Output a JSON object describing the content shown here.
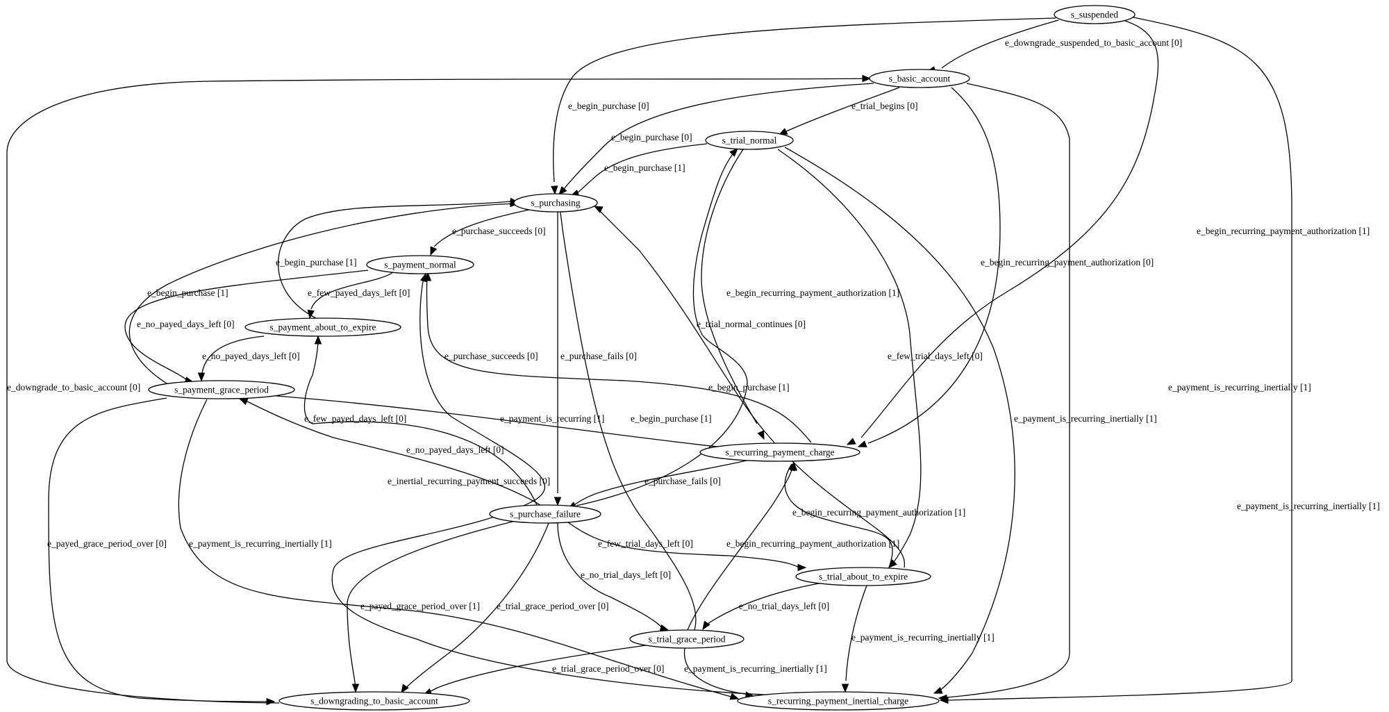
{
  "nodes": [
    {
      "id": "s_suspended",
      "label": "s_suspended"
    },
    {
      "id": "s_basic_account",
      "label": "s_basic_account"
    },
    {
      "id": "s_trial_normal",
      "label": "s_trial_normal"
    },
    {
      "id": "s_purchasing",
      "label": "s_purchasing"
    },
    {
      "id": "s_payment_normal",
      "label": "s_payment_normal"
    },
    {
      "id": "s_payment_about_to_expire",
      "label": "s_payment_about_to_expire"
    },
    {
      "id": "s_payment_grace_period",
      "label": "s_payment_grace_period"
    },
    {
      "id": "s_recurring_payment_charge",
      "label": "s_recurring_payment_charge"
    },
    {
      "id": "s_purchase_failure",
      "label": "s_purchase_failure"
    },
    {
      "id": "s_trial_about_to_expire",
      "label": "s_trial_about_to_expire"
    },
    {
      "id": "s_trial_grace_period",
      "label": "s_trial_grace_period"
    },
    {
      "id": "s_downgrading_to_basic_account",
      "label": "s_downgrading_to_basic_account"
    },
    {
      "id": "s_recurring_payment_inertial_charge",
      "label": "s_recurring_payment_inertial_charge"
    }
  ],
  "edges": [
    {
      "from": "s_suspended",
      "to": "s_basic_account",
      "label": "e_downgrade_suspended_to_basic_account [0]"
    },
    {
      "from": "s_suspended",
      "to": "s_purchasing",
      "label": "e_begin_purchase [0]"
    },
    {
      "from": "s_suspended",
      "to": "s_recurring_payment_charge",
      "label": "e_begin_recurring_payment_authorization [1]"
    },
    {
      "from": "s_suspended",
      "to": "s_recurring_payment_inertial_charge",
      "label": "e_payment_is_recurring_inertially [1]"
    },
    {
      "from": "s_basic_account",
      "to": "s_purchasing",
      "label": "e_begin_purchase [0]"
    },
    {
      "from": "s_basic_account",
      "to": "s_trial_normal",
      "label": "e_trial_begins [0]"
    },
    {
      "from": "s_basic_account",
      "to": "s_recurring_payment_charge",
      "label": "e_begin_recurring_payment_authorization [0]"
    },
    {
      "from": "s_basic_account",
      "to": "s_recurring_payment_inertial_charge",
      "label": "e_payment_is_recurring_inertially [1]"
    },
    {
      "from": "s_trial_normal",
      "to": "s_purchasing",
      "label": "e_begin_purchase [1]"
    },
    {
      "from": "s_trial_normal",
      "to": "s_recurring_payment_charge",
      "label": "e_begin_recurring_payment_authorization [1]"
    },
    {
      "from": "s_trial_normal",
      "to": "s_trial_about_to_expire",
      "label": "e_few_trial_days_left [0]"
    },
    {
      "from": "s_trial_normal",
      "to": "s_recurring_payment_inertial_charge",
      "label": "e_payment_is_recurring_inertially [1]"
    },
    {
      "from": "s_purchasing",
      "to": "s_payment_normal",
      "label": "e_purchase_succeeds [0]"
    },
    {
      "from": "s_purchasing",
      "to": "s_purchase_failure",
      "label": "e_purchase_fails [0]"
    },
    {
      "from": "s_payment_normal",
      "to": "s_payment_about_to_expire",
      "label": "e_few_payed_days_left [0]"
    },
    {
      "from": "s_payment_normal",
      "to": "s_payment_grace_period",
      "label": "e_no_payed_days_left [0]"
    },
    {
      "from": "s_payment_about_to_expire",
      "to": "s_purchasing",
      "label": "e_begin_purchase [1]"
    },
    {
      "from": "s_payment_about_to_expire",
      "to": "s_payment_grace_period",
      "label": "e_no_payed_days_left [0]"
    },
    {
      "from": "s_payment_grace_period",
      "to": "s_purchasing",
      "label": "e_begin_purchase [1]"
    },
    {
      "from": "s_payment_grace_period",
      "to": "s_recurring_payment_charge",
      "label": "e_payment_is_recurring [1]"
    },
    {
      "from": "s_payment_grace_period",
      "to": "s_downgrading_to_basic_account",
      "label": "e_payed_grace_period_over [0]"
    },
    {
      "from": "s_payment_grace_period",
      "to": "s_recurring_payment_inertial_charge",
      "label": "e_payment_is_recurring_inertially [1]"
    },
    {
      "from": "s_downgrading_to_basic_account",
      "to": "s_basic_account",
      "label": "e_downgrade_to_basic_account [0]"
    },
    {
      "from": "s_recurring_payment_charge",
      "to": "s_payment_normal",
      "label": "e_purchase_succeeds [0]"
    },
    {
      "from": "s_recurring_payment_charge",
      "to": "s_purchase_failure",
      "label": "e_purchase_fails [0]"
    },
    {
      "from": "s_purchase_failure",
      "to": "s_trial_normal",
      "label": "e_trial_normal_continues [0]"
    },
    {
      "from": "s_purchase_failure",
      "to": "s_payment_about_to_expire",
      "label": "e_few_payed_days_left [0]"
    },
    {
      "from": "s_purchase_failure",
      "to": "s_payment_grace_period",
      "label": "e_no_payed_days_left [0]"
    },
    {
      "from": "s_purchase_failure",
      "to": "s_trial_about_to_expire",
      "label": "e_few_trial_days_left [0]"
    },
    {
      "from": "s_purchase_failure",
      "to": "s_trial_grace_period",
      "label": "e_no_trial_days_left [0]"
    },
    {
      "from": "s_purchase_failure",
      "to": "s_downgrading_to_basic_account",
      "label": "e_payed_grace_period_over [1]"
    },
    {
      "from": "s_purchase_failure",
      "to": "s_downgrading_to_basic_account",
      "label": "e_trial_grace_period_over [0]"
    },
    {
      "from": "s_recurring_payment_inertial_charge",
      "to": "s_payment_normal",
      "label": "e_inertial_recurring_payment_succeeds [0]"
    },
    {
      "from": "s_trial_about_to_expire",
      "to": "s_purchasing",
      "label": "e_begin_purchase [1]"
    },
    {
      "from": "s_trial_about_to_expire",
      "to": "s_recurring_payment_charge",
      "label": "e_begin_recurring_payment_authorization [1]"
    },
    {
      "from": "s_trial_about_to_expire",
      "to": "s_trial_grace_period",
      "label": "e_no_trial_days_left [0]"
    },
    {
      "from": "s_trial_about_to_expire",
      "to": "s_recurring_payment_inertial_charge",
      "label": "e_payment_is_recurring_inertially [1]"
    },
    {
      "from": "s_trial_grace_period",
      "to": "s_purchasing",
      "label": "e_begin_purchase [1]"
    },
    {
      "from": "s_trial_grace_period",
      "to": "s_recurring_payment_charge",
      "label": "e_begin_recurring_payment_authorization [1]"
    },
    {
      "from": "s_trial_grace_period",
      "to": "s_downgrading_to_basic_account",
      "label": "e_trial_grace_period_over [0]"
    },
    {
      "from": "s_trial_grace_period",
      "to": "s_recurring_payment_inertial_charge",
      "label": "e_payment_is_recurring_inertially [1]"
    }
  ]
}
